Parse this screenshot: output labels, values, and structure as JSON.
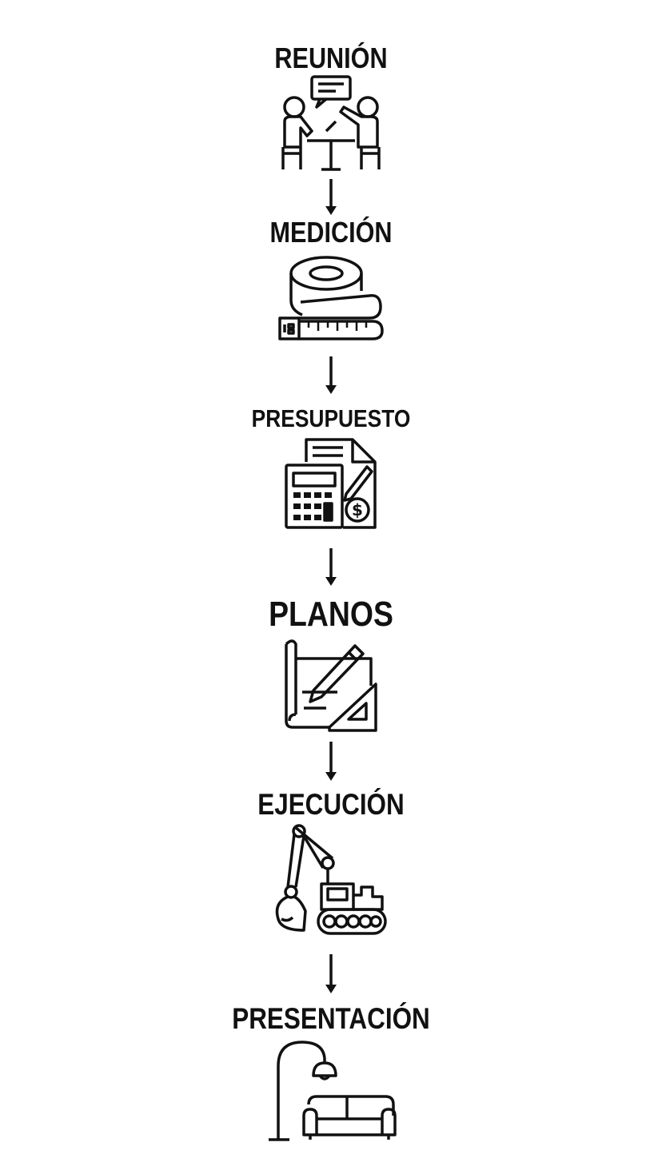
{
  "steps": [
    {
      "label": "REUNIÓN",
      "icon": "meeting-icon"
    },
    {
      "label": "MEDICIÓN",
      "icon": "measuring-tape-icon"
    },
    {
      "label": "PRESUPUESTO",
      "icon": "budget-calculator-icon"
    },
    {
      "label": "PLANOS",
      "icon": "blueprint-icon"
    },
    {
      "label": "EJECUCIÓN",
      "icon": "excavator-icon"
    },
    {
      "label": "PRESENTACIÓN",
      "icon": "lamp-sofa-icon"
    }
  ],
  "colors": {
    "ink": "#111111",
    "background": "#ffffff"
  }
}
